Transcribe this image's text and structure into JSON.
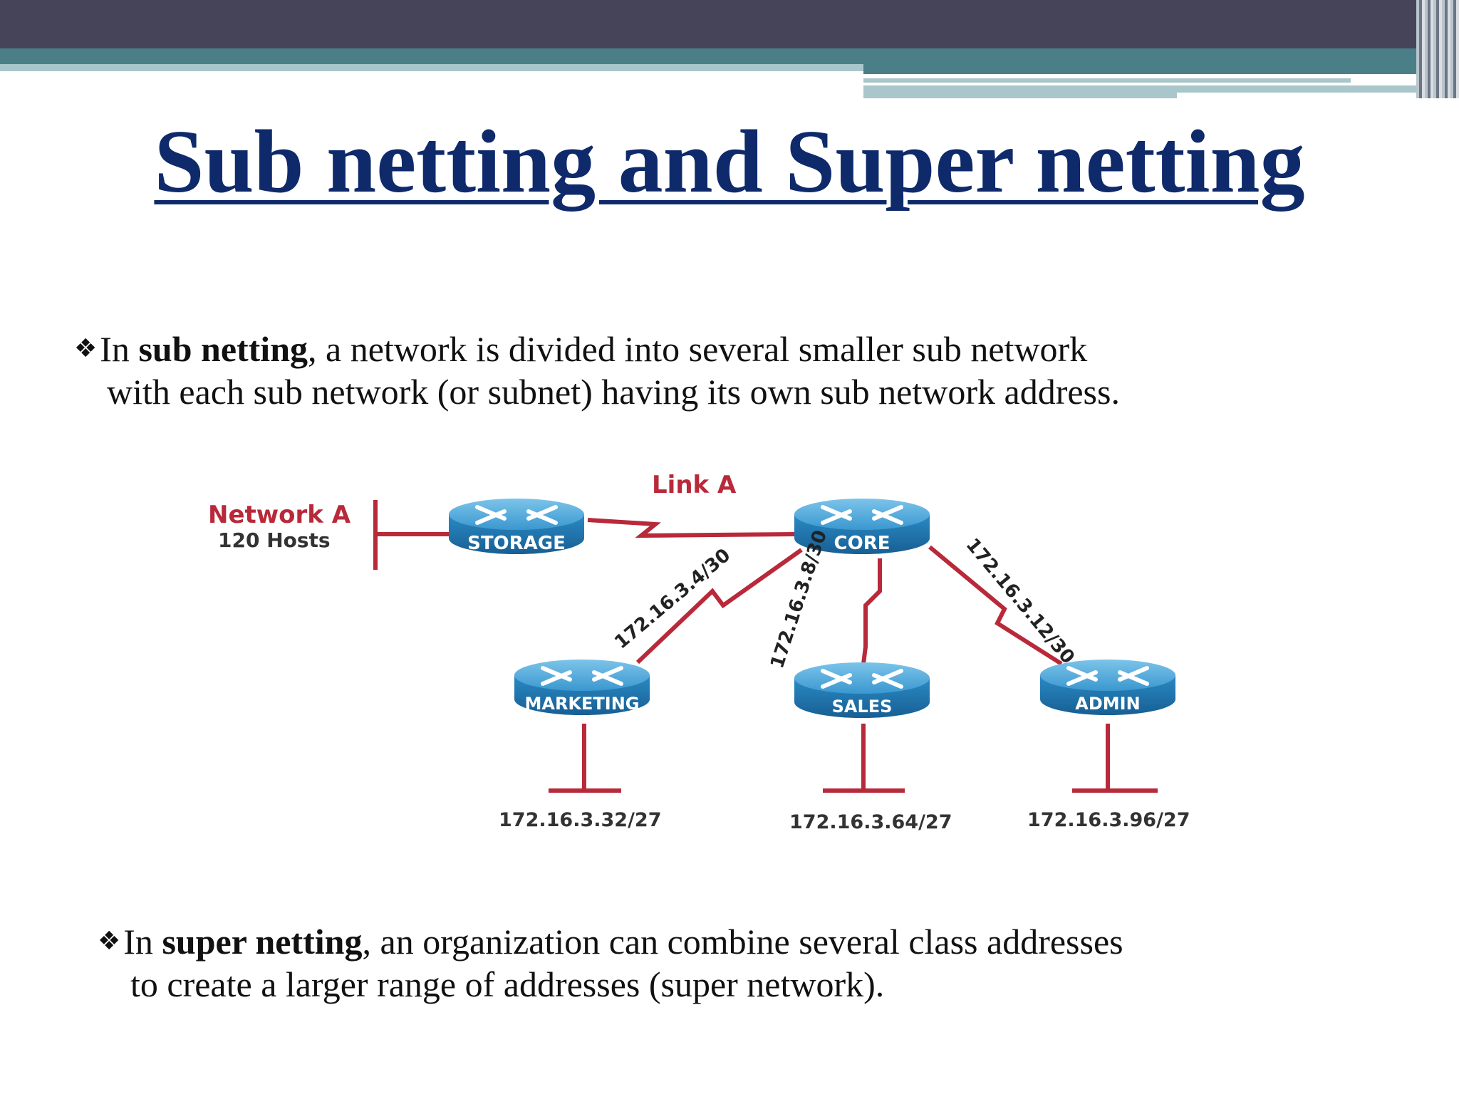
{
  "slide": {
    "title": "Sub netting and Super netting",
    "bullet_subnet": {
      "prefix": "In ",
      "term": "sub netting",
      "rest": ", a network is divided into several smaller sub network",
      "line2": "with each sub network (or subnet) having its own sub network address."
    },
    "bullet_supernet": {
      "prefix": "In ",
      "term": "super netting",
      "rest": ", an organization can combine several class addresses",
      "line2": "to create a larger range of addresses (super network)."
    }
  },
  "diagram": {
    "network_label": "Network A",
    "network_hosts": "120 Hosts",
    "link_label": "Link A",
    "routers": {
      "storage": "STORAGE",
      "core": "CORE",
      "marketing": "MARKETING",
      "sales": "SALES",
      "admin": "ADMIN"
    },
    "links": {
      "core_marketing": "172.16.3.4/30",
      "core_sales": "172.16.3.8/30",
      "core_admin": "172.16.3.12/30"
    },
    "lans": {
      "marketing": "172.16.3.32/27",
      "sales": "172.16.3.64/27",
      "admin": "172.16.3.96/27"
    },
    "colors": {
      "link": "#b8293a",
      "router_top": "#4aa8d8",
      "router_side": "#1f7fb8",
      "label_red": "#b8293a"
    }
  }
}
